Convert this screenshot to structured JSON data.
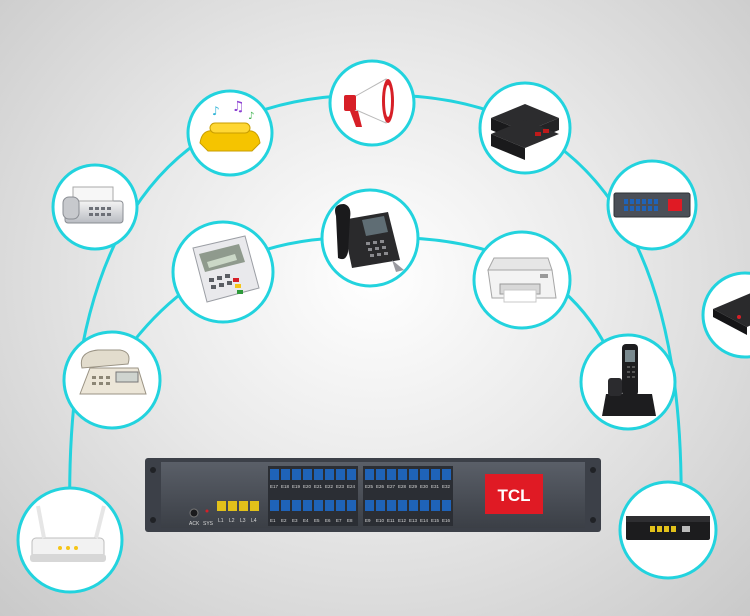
{
  "colors": {
    "ring": "#22d3de",
    "brand_red": "#e01a24",
    "rack_body": "#4a4e56",
    "port_blue": "#1f63b8",
    "port_yellow": "#e2c11a"
  },
  "rack": {
    "brand": "TCL",
    "left_labels": [
      "ACK",
      "SYS"
    ],
    "lan_labels": [
      "L1",
      "L2",
      "L3",
      "L4"
    ],
    "top_labels_a": [
      "E17",
      "E18",
      "E19",
      "E20",
      "E21",
      "E22",
      "E23",
      "E24"
    ],
    "top_labels_b": [
      "E25",
      "E26",
      "E27",
      "E28",
      "E29",
      "E30",
      "E31",
      "E32"
    ],
    "bottom_labels_a": [
      "E1",
      "E2",
      "E3",
      "E4",
      "E5",
      "E6",
      "E7",
      "E8"
    ],
    "bottom_labels_b": [
      "E9",
      "E10",
      "E11",
      "E12",
      "E13",
      "E14",
      "E15",
      "E16"
    ]
  },
  "devices": {
    "outer_ring": [
      "router-icon",
      "landline-phone-icon",
      "fax-machine-icon",
      "music-handset-icon",
      "megaphone-icon",
      "fiber-converter-icon",
      "rack-device-icon",
      "set-top-box-icon",
      "cordless-phone-icon",
      "network-switch-icon"
    ],
    "inner_ring": [
      "card-terminal-icon",
      "ip-phone-icon",
      "printer-icon"
    ]
  }
}
